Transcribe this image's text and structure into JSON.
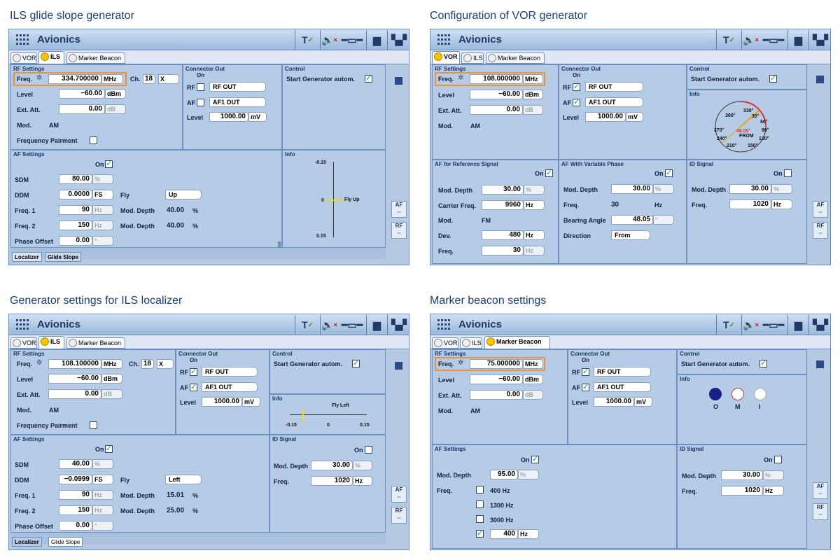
{
  "captions": {
    "ils_glide": "ILS glide slope generator",
    "vor_config": "Configuration of VOR generator",
    "ils_localizer": "Generator settings for ILS localizer",
    "marker_beacon": "Marker beacon settings"
  },
  "app": {
    "title": "Avionics"
  },
  "tabs": {
    "vor": "VOR",
    "ils": "ILS",
    "marker": "Marker Beacon"
  },
  "common": {
    "rf_settings": "RF Settings",
    "connector_out": "Connector Out",
    "control": "Control",
    "info": "Info",
    "af_settings": "AF Settings",
    "id_signal": "ID Signal",
    "on": "On",
    "freq_label": "Freq.",
    "level_label": "Level",
    "ext_att_label": "Ext. Att.",
    "mod_label": "Mod.",
    "rf_label": "RF",
    "af_label": "AF",
    "rf_out": "RF OUT",
    "af1_out": "AF1 OUT",
    "start_gen": "Start Generator autom.",
    "freq_pairment": "Frequency Pairment",
    "ch_label": "Ch.",
    "sdm_label": "SDM",
    "ddm_label": "DDM",
    "freq1_label": "Freq. 1",
    "freq2_label": "Freq. 2",
    "phase_offset_label": "Phase Offset",
    "fly_label": "Fly",
    "mod_depth_label": "Mod. Depth",
    "localizer": "Localizer",
    "glide_slope": "Glide Slope",
    "mhz": "MHz",
    "dbm": "dBm",
    "db": "dB",
    "mv": "mV",
    "pct": "%",
    "fs": "FS",
    "hz": "Hz",
    "deg": "°",
    "pct_plain": "%",
    "af_side": "AF",
    "rf_side": "RF"
  },
  "glide": {
    "freq": "334.700000",
    "ch": "18",
    "ch_suffix": "X",
    "level": "−60.00",
    "ext_att": "0.00",
    "mod": "AM",
    "conn_level": "1000.00",
    "sdm": "80.00",
    "ddm": "0.0000",
    "freq1": "90",
    "freq2": "150",
    "phase_offset": "0.00",
    "fly": "Up",
    "md1": "40.00",
    "md2": "40.00",
    "scale_top": "-0.15",
    "scale_mid": "0",
    "scale_bot": "0.15",
    "fly_ind": "Fly Up"
  },
  "vor": {
    "freq": "108.000000",
    "level": "−60.00",
    "ext_att": "0.00",
    "mod": "AM",
    "conn_level": "1000.00",
    "af_ref": "AF for Reference Signal",
    "af_var": "AF With Variable Phase",
    "carrier_freq_label": "Carrier Freq.",
    "dev_label": "Dev.",
    "bearing_label": "Bearing Angle",
    "direction_label": "Direction",
    "ref_md": "30.00",
    "ref_carrier": "9960",
    "ref_mod": "FM",
    "ref_dev": "480",
    "ref_freq": "30",
    "var_md": "30.00",
    "var_freq": "30",
    "bearing": "48.05",
    "direction": "From",
    "id_md": "30.00",
    "id_freq": "1020",
    "compass_from": "FROM",
    "compass_val": "48.05°",
    "c300": "300°",
    "c330": "330°",
    "c30": "30°",
    "c60": "60°",
    "c90": "90°",
    "c120": "120°",
    "c150": "150°",
    "c210": "210°",
    "c240": "240°",
    "c270": "270°"
  },
  "loc": {
    "freq": "108.100000",
    "ch": "18",
    "ch_suffix": "X",
    "level": "−60.00",
    "ext_att": "0.00",
    "mod": "AM",
    "conn_level": "1000.00",
    "sdm": "40.00",
    "ddm": "−0.0999",
    "freq1": "90",
    "freq2": "150",
    "phase_offset": "0.00",
    "fly": "Left",
    "md1": "15.01",
    "md2": "25.00",
    "id_md": "30.00",
    "id_freq": "1020",
    "scale_left": "-0.15",
    "scale_mid": "0",
    "scale_right": "0.15",
    "fly_ind": "Fly Left"
  },
  "marker": {
    "freq": "75.000000",
    "level": "−60.00",
    "ext_att": "0.00",
    "mod": "AM",
    "conn_level": "1000.00",
    "md": "95.00",
    "f400": "400 Hz",
    "f1300": "1300 Hz",
    "f3000": "3000 Hz",
    "fcustom": "400",
    "id_md": "30.00",
    "id_freq": "1020",
    "o": "O",
    "m": "M",
    "i": "I"
  }
}
